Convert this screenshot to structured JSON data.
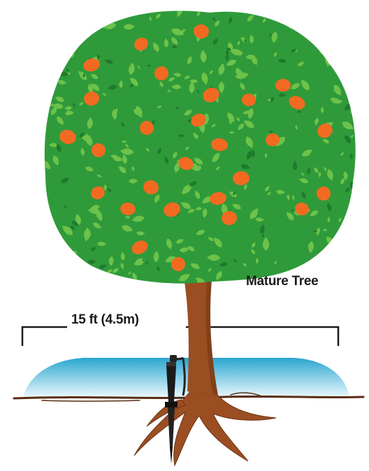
{
  "labels": {
    "mature_tree": "Mature Tree",
    "wetted_width": "15 ft (4.5m)"
  },
  "colors": {
    "canopy": "#2f9a3a",
    "canopy_light": "#6cc24a",
    "fruit": "#f26a21",
    "trunk": "#9a4e22",
    "trunk_dark": "#6e3414",
    "ground": "#5a2d12",
    "water_top": "#2aa6cf",
    "water_bottom": "#e9f7fd",
    "emitter": "#222222",
    "bracket": "#1a1a1a"
  },
  "icons": {
    "tree": "orange-tree-illustration",
    "emitter": "drip-emitter-stake-icon",
    "wetted_zone": "wetted-soil-zone"
  }
}
